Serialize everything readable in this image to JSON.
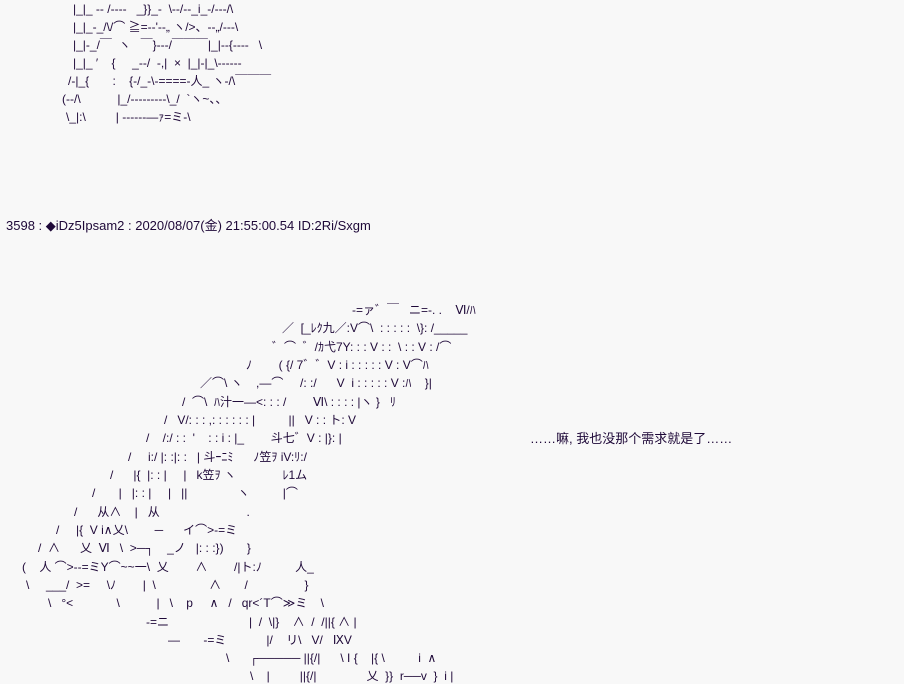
{
  "post_header": "3598 : ◆iDz5Ipsam2 : 2020/08/07(金) 21:55:00.54 ID:2Ri/Sxgm",
  "dialogue": "……嘛, 我也没那个需求就是了……",
  "art_top": [
    "|_|_ -- /----   _}}_-  \\--/--_i_-/---/\\",
    "|_|_-_/\\/⌒ ≧=--'--„ ヽ/>、--„/---\\",
    "|_|-_/￣  ヽ   ￣}---/￣￣￣|_|--{----   \\",
    "|_|_ ′    {     _--/  -,|  ×  |_|-|_\\------",
    "/-|_{       :    {-/_-\\-====-人_ ヽ-/\\￣￣￣",
    "(--/\\           |_/---------\\_/  `ヽ~、、",
    "\\_|:\\         | ------—ｧ=ミ-\\"
  ],
  "art_main": [
    "-=ァ゛￣   ニ=-. .    Ⅵ/ﾊ",
    "／  [_ﾚｸ九／:V⌒\\  : : : : :  \\}: /_____",
    "゛⌒  ゛/ｶ弋7Y: : : V : :  \\ : : V : /⌒",
    "ﾉ        ( {/ 7゛゛V : i : : : : : V : V⌒ﾊ",
    "／⌒\\ ヽ    ,—⌒     /: :/      V  i : : : : : V :ﾊ    }|",
    "/  ⌒\\  ﾊ汁一—<: : : /        Ⅵ\\ : : : : |ヽ }   ﾘ",
    "/   V/: : : ,: : : : : : |          ||   V : : ト: V",
    "/    /:/ : :  '    : : i : |_        斗七゛V : |}: |",
    "/     i:/ |: :|: :   | 斗ｰﾆﾐ      ﾉ笠ｦ iV:ﾘ:/",
    "/      |{  |: : |     |   k笠ｦ ヽ              ﾚ1ム",
    "/       |   |: : |     |   ||               ヽ          |⌒",
    "/      从∧    |   从                          .",
    "/     |{  V i∧乂\\        ─      イ⌒>-=ミ",
    "/  ∧      乂  Ⅵ   \\  >─┐    _ノ   |: : :})       }",
    "(    人 ⌒>--=ミY⌒~~一\\  乂        ∧        /|ト:ﾉ          人_",
    "\\     ___/  >=     \\ﾉ        |  \\                ∧       /                 }",
    "\\   °<             \\           |   \\    p     ∧   /   qr<´T⌒≫ミ    \\",
    "-=ニ                        |  /  \\|}    ∧  /  /||{ ∧ |",
    "—       -=ミ            |/    リ\\   V/   ⅨV",
    "\\      ┌───── ||{/|      \\ I {    |{ \\          i  ∧",
    "\\    |         ||{/|               乂  }}  r──v  }  i |"
  ]
}
